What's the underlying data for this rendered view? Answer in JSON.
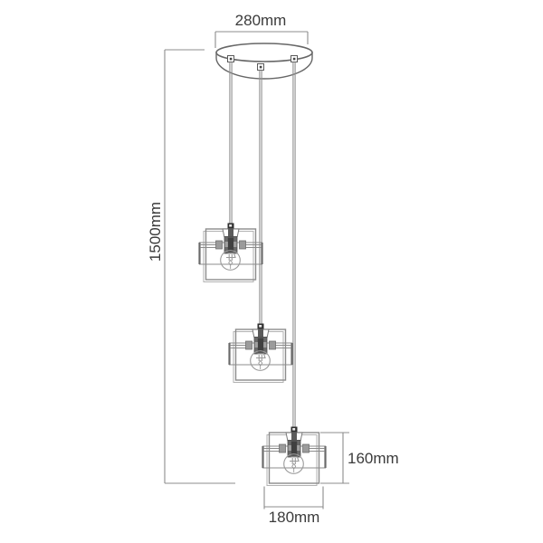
{
  "diagram": {
    "name": "3-light cluster pendant lamp dimension drawing",
    "annotations": {
      "canopy_width": "280mm",
      "overall_drop": "1500mm",
      "shade_height": "160mm",
      "shade_width": "180mm"
    },
    "colors": {
      "outline": "#8c8c8c",
      "canopy_outline": "#676767",
      "socket_dark": "#5b5b5b",
      "dimension_line": "#8c8c8c",
      "label_text": "#3b3b3b",
      "background": "#ffffff"
    }
  }
}
